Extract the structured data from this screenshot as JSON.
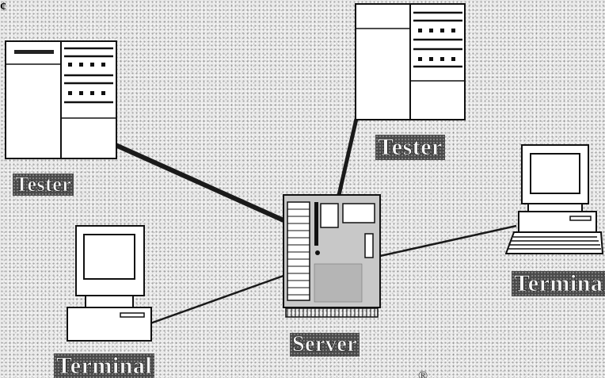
{
  "diagram": {
    "corner_mark": "¢",
    "bottom_mark": "®",
    "nodes": {
      "tester_left": {
        "label": "Tester",
        "icon": "tester-rack-icon"
      },
      "tester_top": {
        "label": "Tester",
        "icon": "tester-rack-icon"
      },
      "server": {
        "label": "Server",
        "icon": "server-tower-icon"
      },
      "terminal_left": {
        "label": "Terminal",
        "icon": "terminal-computer-icon"
      },
      "terminal_right": {
        "label": "Terminal",
        "icon": "terminal-computer-icon"
      }
    },
    "connections": [
      {
        "from": "tester_left",
        "to": "server"
      },
      {
        "from": "tester_top",
        "to": "server"
      },
      {
        "from": "terminal_left",
        "to": "server"
      },
      {
        "from": "server",
        "to": "terminal_right"
      }
    ]
  }
}
